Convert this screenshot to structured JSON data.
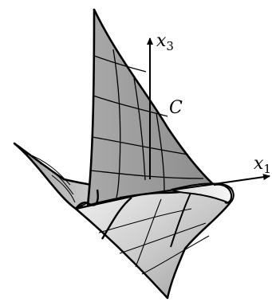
{
  "figure": {
    "labels": {
      "x3": {
        "symbol": "x",
        "subscript": "3"
      },
      "x1": {
        "symbol": "x",
        "subscript": "1"
      },
      "curve": "C"
    }
  }
}
